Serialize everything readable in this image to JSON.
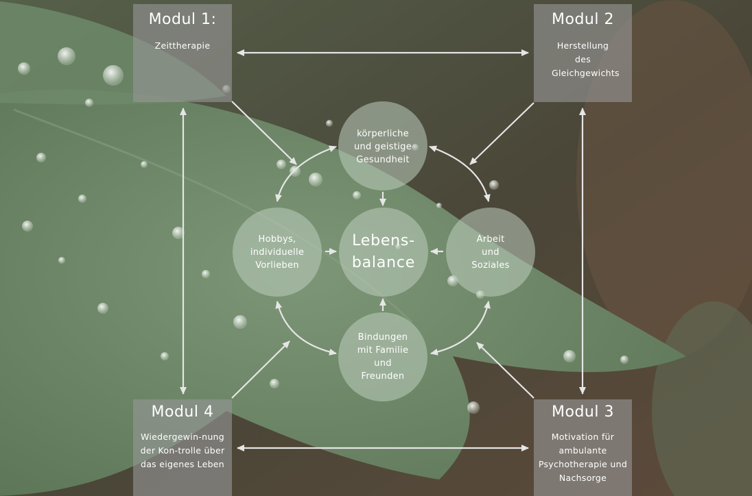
{
  "colors": {
    "module_box": "#969696",
    "circle": "#becdbe",
    "arrow": "#e6e6e6",
    "leaf": "#6f8a6a",
    "background": "#4a4a3c"
  },
  "modules": [
    {
      "title": "Modul 1:",
      "text": "Zeittherapie"
    },
    {
      "title": "Modul 2",
      "text": "Herstellung des Gleichgewichts"
    },
    {
      "title": "Modul 3",
      "text": "Motivation für ambulante Psychotherapie und Nachsorge"
    },
    {
      "title": "Modul 4",
      "text": "Wiedergewin-nung der Kon-trolle über das eigenes Leben"
    }
  ],
  "circles": {
    "gesundheit": "körperliche und geistige Gesundheit",
    "hobbys": "Hobbys, individuelle Vorlieben",
    "center": "Lebens-balance",
    "arbeit": "Arbeit und Soziales",
    "bindungen": "Bindungen mit Familie und Freunden"
  }
}
